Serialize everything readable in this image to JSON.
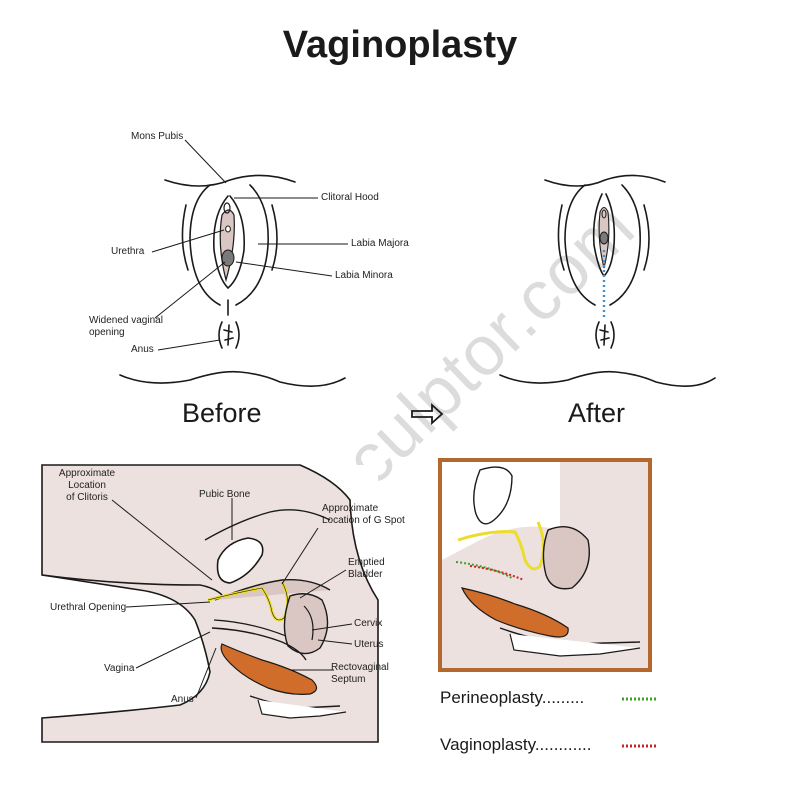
{
  "title": "Vaginoplasty",
  "watermark": "bodysculptor.com",
  "before_label": "Before",
  "after_label": "After",
  "external_labels": {
    "mons_pubis": "Mons Pubis",
    "clitoral_hood": "Clitoral Hood",
    "urethra": "Urethra",
    "labia_majora": "Labia Majora",
    "labia_minora": "Labia Minora",
    "widened_vaginal_opening_1": "Widened vaginal",
    "widened_vaginal_opening_2": "opening",
    "anus": "Anus"
  },
  "section_labels": {
    "clitoris_1": "Approximate",
    "clitoris_2": "Location",
    "clitoris_3": "of Clitoris",
    "pubic_bone": "Pubic Bone",
    "g_spot_1": "Approximate",
    "g_spot_2": "Location of G Spot",
    "bladder_1": "Emptied",
    "bladder_2": "Bladder",
    "urethral_opening": "Urethral Opening",
    "cervix": "Cervix",
    "uterus": "Uterus",
    "vagina": "Vagina",
    "rectovaginal_1": "Rectovaginal",
    "rectovaginal_2": "Septum",
    "anus": "Anus"
  },
  "legend": {
    "perineoplasty": "Perineoplasty.........",
    "vaginoplasty": "Vaginoplasty............"
  },
  "colors": {
    "skin": "#ede1df",
    "tissue": "#dac6c2",
    "yellow": "#ecdc2c",
    "bowel": "#d06d2b",
    "frame": "#b2682f",
    "green_dots": "#3da02a",
    "red_dots": "#cc2222",
    "blue_dots": "#4a90c8"
  }
}
